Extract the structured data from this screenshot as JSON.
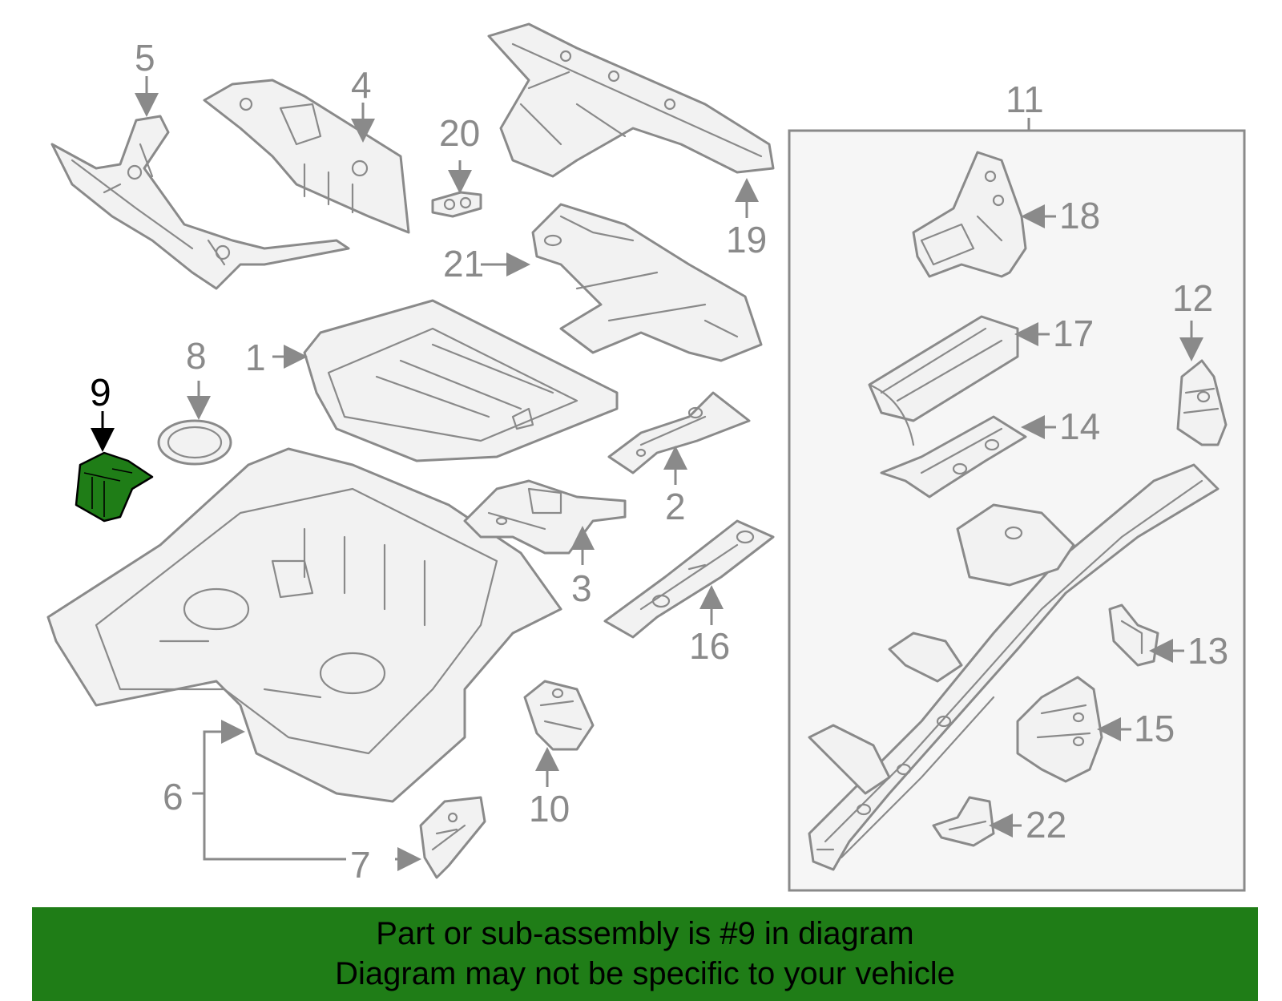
{
  "diagram": {
    "highlighted_part": "9",
    "callouts": [
      "1",
      "2",
      "3",
      "4",
      "5",
      "6",
      "7",
      "8",
      "9",
      "10",
      "11",
      "12",
      "13",
      "14",
      "15",
      "16",
      "17",
      "18",
      "19",
      "20",
      "21",
      "22"
    ],
    "colors": {
      "line": "#8a8a8a",
      "highlight": "#1f7d17",
      "banner": "#1f7d17",
      "frame_fill": "#f6f6f6"
    }
  },
  "banner": {
    "line1": "Part or sub-assembly is #9 in diagram",
    "line2": "Diagram may not be specific to your vehicle"
  }
}
